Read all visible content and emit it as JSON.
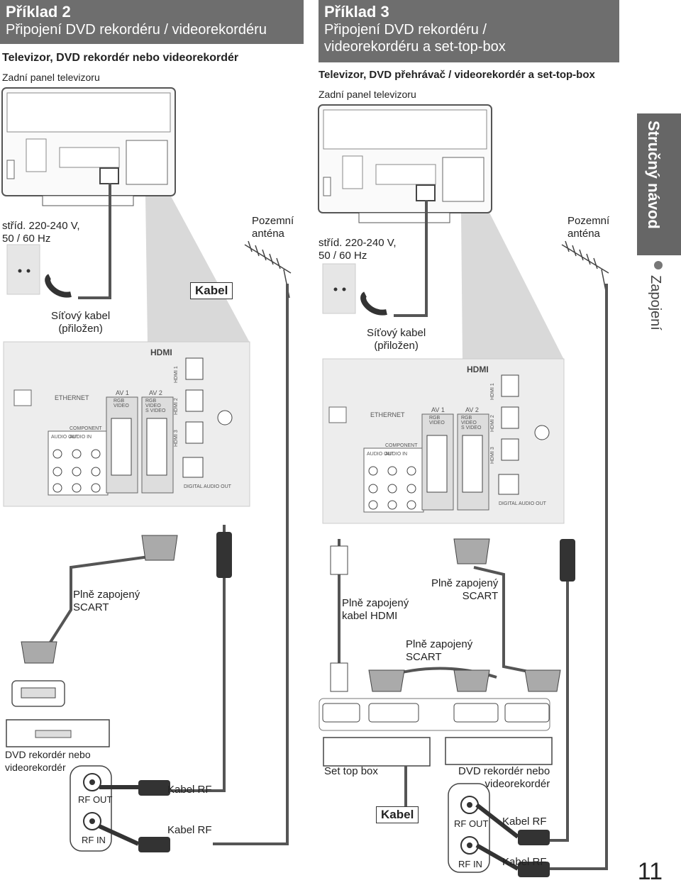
{
  "left": {
    "title_line1": "Příklad 2",
    "title_line2": "Připojení DVD rekordéru / videorekordéru",
    "subtitle": "Televizor, DVD rekordér nebo videorekordér",
    "rear_panel": "Zadní panel televizoru",
    "power": "stříd. 220-240 V,\n50 / 60 Hz",
    "antenna": "Pozemní\nanténa",
    "power_cable": "Síťový kabel\n(přiložen)",
    "cable_box": "Kabel",
    "scart_label": "Plně zapojený\nSCART",
    "device_label": "DVD rekordér nebo\nvideorekordér",
    "rf_out": "RF OUT",
    "rf_in": "RF IN",
    "rf_cable_1": "Kabel RF",
    "rf_cable_2": "Kabel RF"
  },
  "right": {
    "title_line1": "Příklad 3",
    "title_line2": "Připojení DVD rekordéru /",
    "title_line3": "videorekordéru a set-top-box",
    "subtitle": "Televizor, DVD přehrávač / videorekordér a set-top-box",
    "rear_panel": "Zadní panel televizoru",
    "power": "stříd. 220-240 V,\n50 / 60 Hz",
    "antenna": "Pozemní\nanténa",
    "power_cable": "Síťový kabel\n(přiložen)",
    "scart_label_1": "Plně zapojený\nSCART",
    "hdmi_label": "Plně zapojený\nkabel HDMI",
    "scart_label_2": "Plně zapojený\nSCART",
    "stb_label": "Set top box",
    "cable_box": "Kabel",
    "device_label": "DVD rekordér nebo\nvideorekordér",
    "rf_out": "RF OUT",
    "rf_in": "RF IN",
    "rf_cable_1": "Kabel RF",
    "rf_cable_2": "Kabel RF"
  },
  "panel": {
    "hdmi_logo": "HDMI",
    "ethernet": "ETHERNET",
    "av1": "AV 1",
    "av2": "AV 2",
    "rgb": "RGB",
    "video": "VIDEO",
    "svideo": "S VIDEO",
    "component": "COMPONENT",
    "audio_out": "AUDIO OUT",
    "audio_in": "AUDIO IN",
    "hdmi1": "HDMI 1",
    "hdmi2": "HDMI 2",
    "hdmi3": "HDMI 3",
    "digital_audio_out": "DIGITAL AUDIO OUT"
  },
  "sidebar": {
    "title": "Stručný návod",
    "section": "Zapojení"
  },
  "page_number": "11",
  "colors": {
    "header_bg": "#6e6e6e",
    "sidebar_bg": "#666666",
    "panel_bg": "#ededed",
    "callout_bg": "#d9d9d9"
  }
}
